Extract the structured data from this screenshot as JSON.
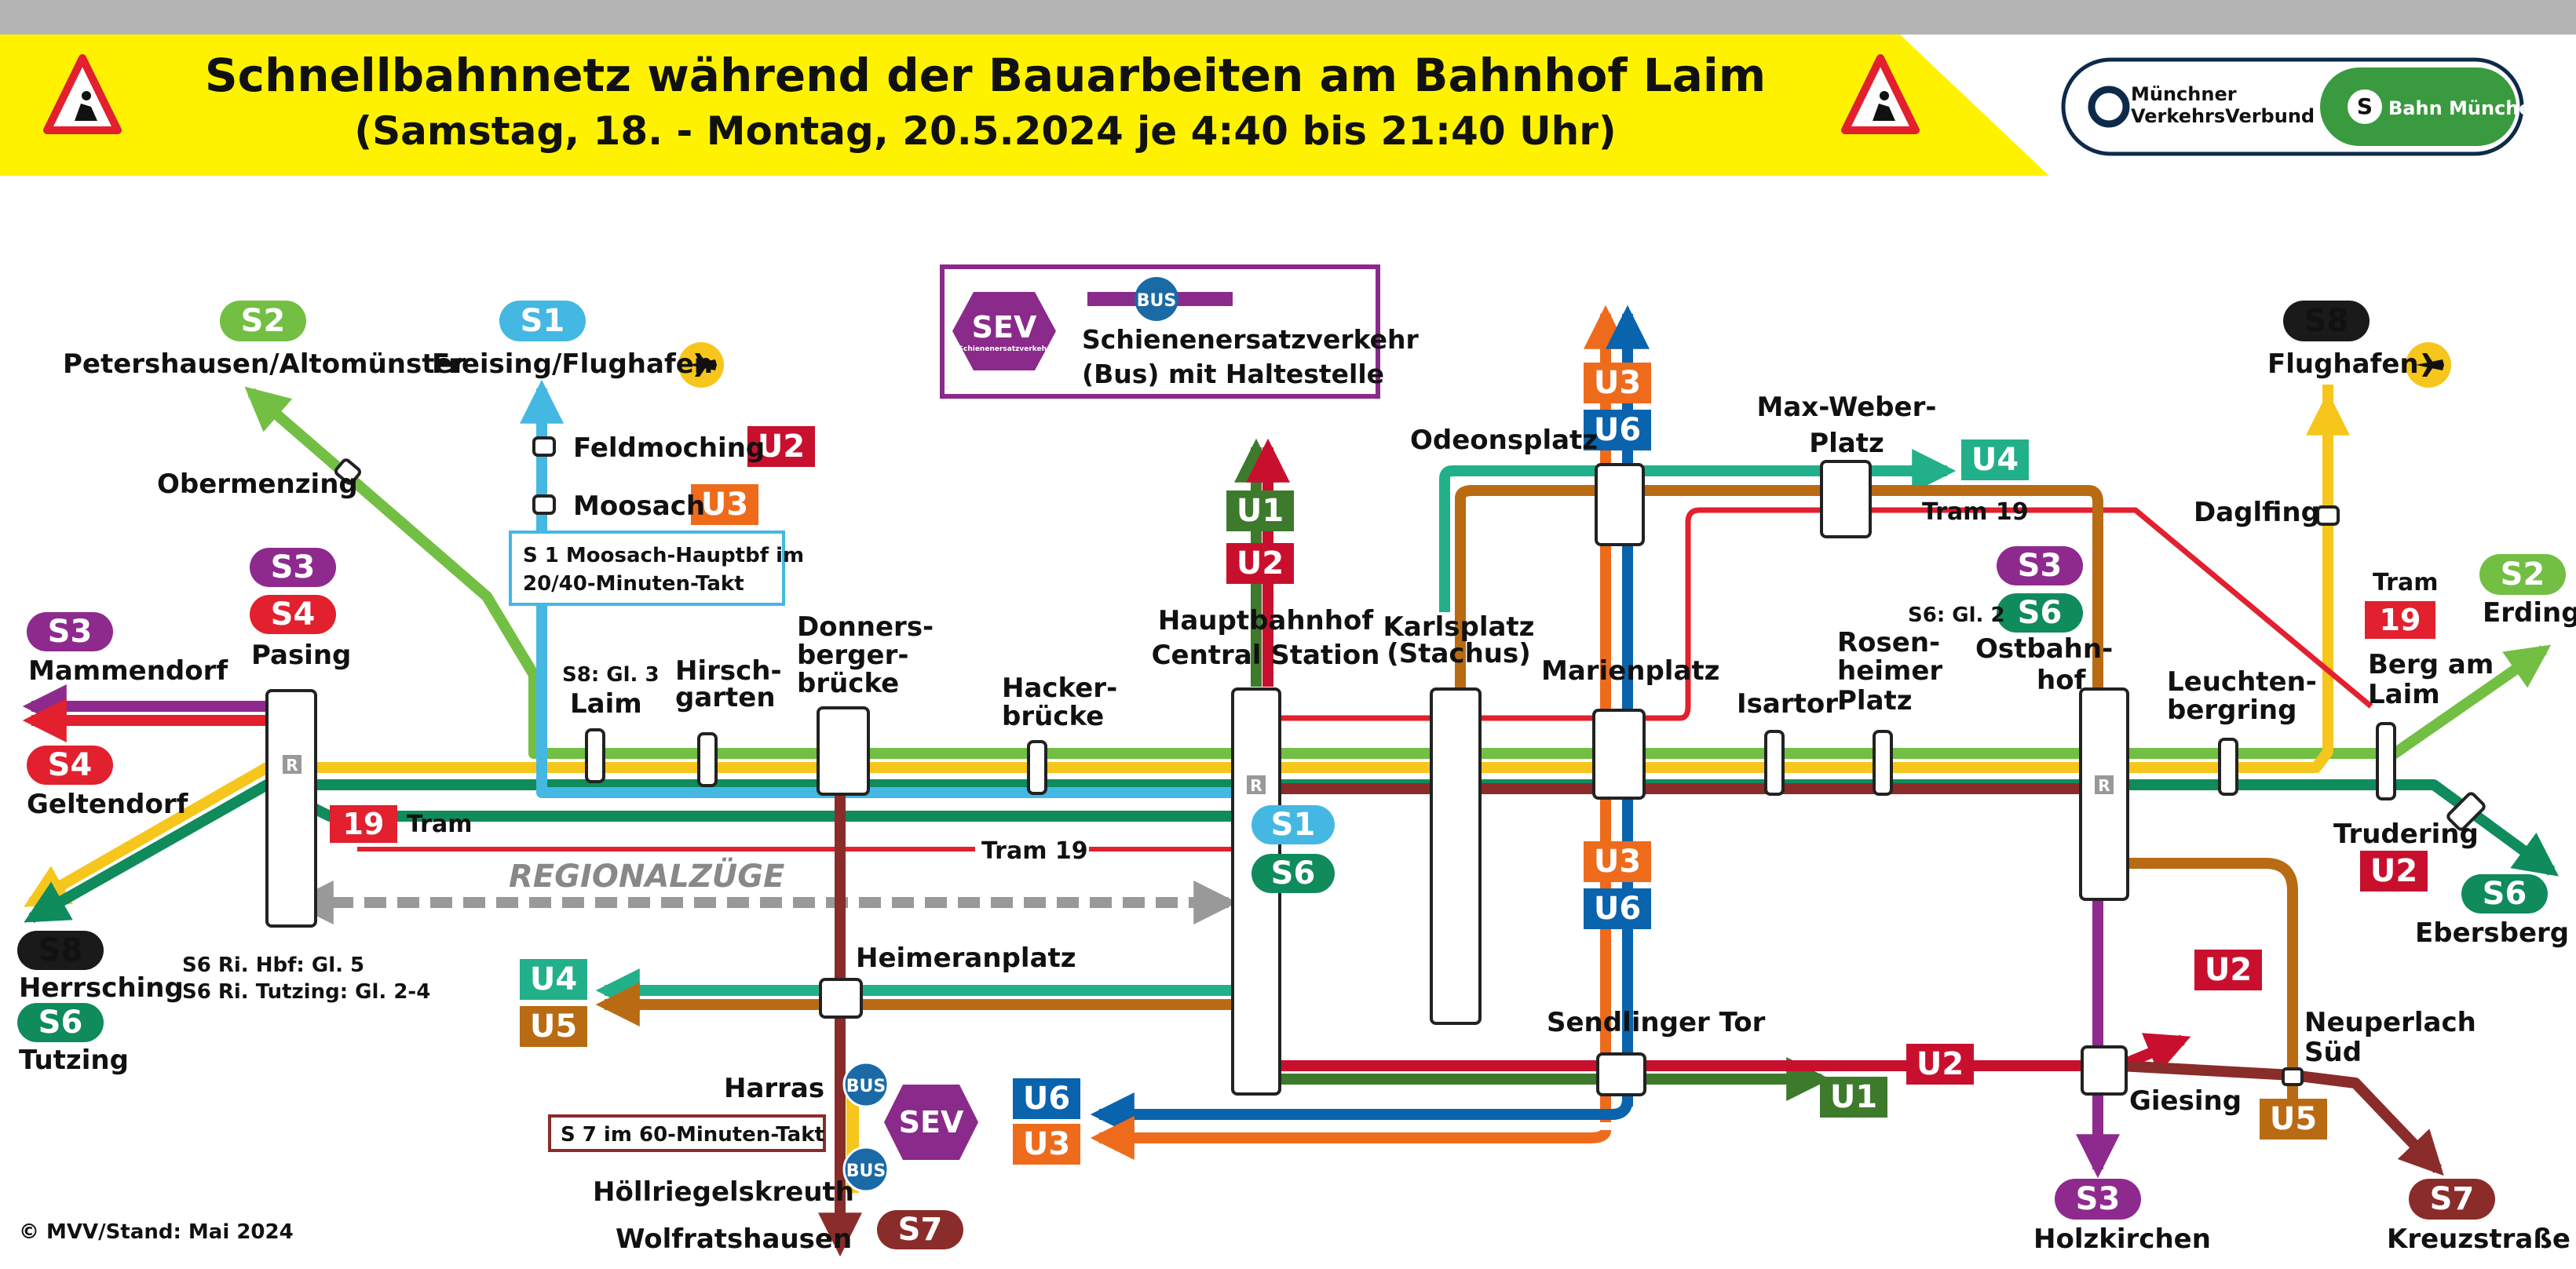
{
  "header": {
    "title": "Schnellbahnnetz während der Bauarbeiten am Bahnhof Laim",
    "subtitle": "(Samstag, 18. - Montag, 20.5.2024 je 4:40 bis 21:40 Uhr)",
    "mvv_line1": "Münchner",
    "mvv_line2": "VerkehrsVerbund",
    "sbahn_label": "Bahn München",
    "colors": {
      "banner": "#fff200",
      "sbahn_green": "#3a9a3f",
      "mvv_navy": "#0d2a4a"
    }
  },
  "legend": {
    "sev_label": "SEV",
    "sev_small": "Schienenersatzverkehr",
    "bus_label": "BUS",
    "line1": "Schienenersatzverkehr",
    "line2": "(Bus) mit Haltestelle",
    "color_sev": "#8a2a8a"
  },
  "line_colors": {
    "S1": "#44b8e3",
    "S2": "#72bf44",
    "S3": "#8e2a8e",
    "S4": "#e2202e",
    "S6": "#0f8b5c",
    "S7": "#8a2c2a",
    "S8": "#f6c61c",
    "U1": "#3d7a2c",
    "U2": "#c8102e",
    "U3": "#ee6b1c",
    "U4": "#22b08a",
    "U5": "#b96b13",
    "U6": "#0a63ad",
    "Tram19": "#e2202e",
    "regional": "#999999"
  },
  "badges": {
    "s2_top": "S2",
    "s1_top": "S1",
    "s8_top": "S8",
    "s3_pasing": "S3",
    "s4_pasing": "S4",
    "s3_west": "S3",
    "s4_west": "S4",
    "s8_west": "S8",
    "s6_west": "S6",
    "s2_east": "S2",
    "s6_east": "S6",
    "s3_ost": "S3",
    "s6_ost": "S6",
    "s3_south": "S3",
    "s7_south": "S7",
    "s7_east": "S7",
    "s1_hbf": "S1",
    "s6_hbf": "S6",
    "u2_feld": "U2",
    "u3_moos": "U3",
    "u1_hbf": "U1",
    "u2_hbf": "U2",
    "u3_top": "U3",
    "u6_top": "U6",
    "u4_east": "U4",
    "u3_mid": "U3",
    "u6_mid": "U6",
    "u4_west": "U4",
    "u5_west": "U5",
    "u6_sw": "U6",
    "u3_sw": "U3",
    "u1_se": "U1",
    "u2_se": "U2",
    "u2_giesing": "U2",
    "u2_trudering": "U2",
    "u5_neuperlach": "U5",
    "tram19_west": "19",
    "tram19_berg": "19",
    "sev_small": "SEV",
    "bus1": "BUS",
    "bus2": "BUS"
  },
  "labels": {
    "petershausen": "Petershausen/Altomünster",
    "freising": "Freising/Flughafen",
    "flughafen": "Flughafen",
    "obermenzing": "Obermenzing",
    "feldmoching": "Feldmoching",
    "moosach": "Moosach",
    "s1note1": "S 1 Moosach-Hauptbf im",
    "s1note2": "20/40-Minuten-Takt",
    "mammendorf": "Mammendorf",
    "pasing": "Pasing",
    "geltendorf": "Geltendorf",
    "herrsching": "Herrsching",
    "tutzing": "Tutzing",
    "s6note1": "S6 Ri. Hbf: Gl. 5",
    "s6note2": "S6 Ri. Tutzing: Gl. 2-4",
    "s8gl": "S8: Gl. 3",
    "laim": "Laim",
    "hirsch1": "Hirsch-",
    "hirsch2": "garten",
    "donn1": "Donners-",
    "donn2": "berger-",
    "donn3": "brücke",
    "hacker1": "Hacker-",
    "hacker2": "brücke",
    "hbf1": "Hauptbahnhof",
    "hbf2": "Central Station",
    "odeonsplatz": "Odeonsplatz",
    "karls1": "Karlsplatz",
    "karls2": "(Stachus)",
    "marienplatz": "Marienplatz",
    "maxweber1": "Max-Weber-",
    "maxweber2": "Platz",
    "isartor": "Isartor",
    "rosen1": "Rosen-",
    "rosen2": "heimer",
    "rosen3": "Platz",
    "s6gl2": "S6: Gl. 2",
    "ost1": "Ostbahn-",
    "ost2": "hof",
    "leucht1": "Leuchten-",
    "leucht2": "bergring",
    "daglfing": "Daglfing",
    "tram": "Tram",
    "berg1": "Berg am",
    "berg2": "Laim",
    "erding": "Erding",
    "trudering": "Trudering",
    "ebersberg": "Ebersberg",
    "tram19_a": "Tram 19",
    "tram19_b": "Tram 19",
    "tram_word": "Tram",
    "regionalzuege": "REGIONALZÜGE",
    "heimeranplatz": "Heimeranplatz",
    "harras": "Harras",
    "s7note": "S 7 im  60-Minuten-Takt",
    "hoellriegel": "Höllriegelskreuth",
    "wolfratshausen": "Wolfratshausen",
    "sendlinger": "Sendlinger Tor",
    "giesing": "Giesing",
    "neu1": "Neuperlach",
    "neu2": "Süd",
    "holzkirchen": "Holzkirchen",
    "kreuzstrasse": "Kreuzstraße",
    "copyright": "© MVV/Stand: Mai 2024",
    "r": "R"
  }
}
